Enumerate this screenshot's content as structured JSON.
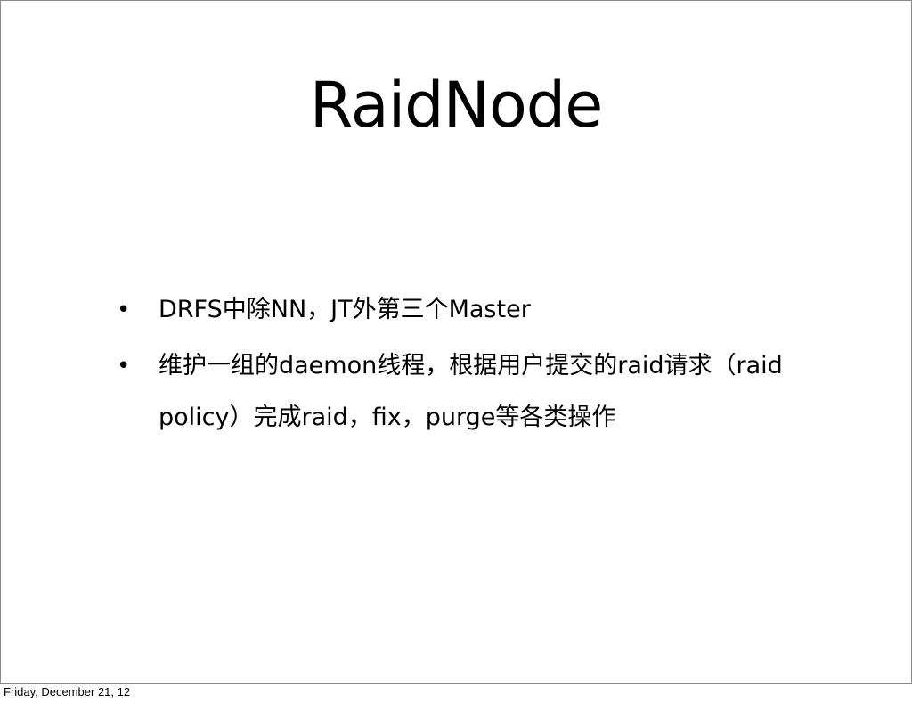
{
  "slide": {
    "title": "RaidNode",
    "bullets": [
      {
        "text": "DRFS中除NN，JT外第三个Master"
      },
      {
        "text": "维护一组的daemon线程，根据用户提交的raid请求（raid policy）完成raid，fix，purge等各类操作"
      }
    ],
    "bullet_symbol": "•"
  },
  "footer": {
    "date": "Friday, December 21, 12"
  }
}
